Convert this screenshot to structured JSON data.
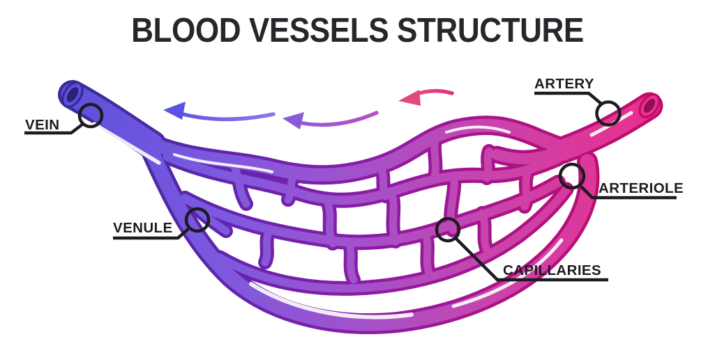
{
  "title": "BLOOD VESSELS STRUCTURE",
  "labels": {
    "vein": "VEIN",
    "venule": "VENULE",
    "artery": "ARTERY",
    "arteriole": "ARTERIOLE",
    "capillaries": "CAPILLARIES"
  },
  "flow": {
    "arrow_count": 3,
    "direction": "right-to-left"
  },
  "colors": {
    "vein_fill": "#5b51dc",
    "vein_outline": "#392c99",
    "capillary_fill": "#a351cb",
    "capillary_outline": "#8b1ba6",
    "artery_fill": "#ea2f8d",
    "artery_outline": "#c00d65",
    "label_ink": "#1d1b1e",
    "background": "#ffffff"
  }
}
